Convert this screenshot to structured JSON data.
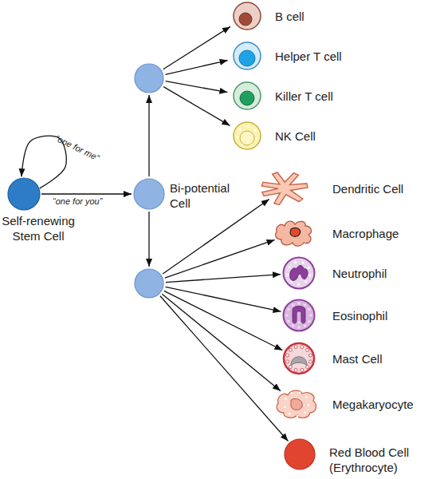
{
  "diagram": {
    "nodes": [
      {
        "text": [
          "Self-renewing Stem Cell"
        ]
      },
      {
        "text": [
          "Bi-potential Cell"
        ]
      },
      {
        "text": []
      },
      {
        "text": []
      },
      {
        "text": [
          "B cell"
        ]
      },
      {
        "text": [
          "Helper T cell"
        ]
      },
      {
        "text": [
          "Killer T cell"
        ]
      },
      {
        "text": [
          "NK Cell"
        ]
      },
      {
        "text": [
          "Dendritic Cell"
        ]
      },
      {
        "text": [
          "Macrophage"
        ]
      },
      {
        "text": [
          "Neutrophil"
        ]
      },
      {
        "text": [
          "Eosinophil"
        ]
      },
      {
        "text": [
          "Mast Cell"
        ]
      },
      {
        "text": [
          "Megakaryocyte"
        ]
      },
      {
        "text": [
          "Red Blood Cell (Erythrocyte)"
        ]
      }
    ],
    "edges": [
      {
        "from": 0,
        "to": 0,
        "arrow": "to",
        "label": "“one for me”"
      },
      {
        "from": 0,
        "to": 1,
        "arrow": "to",
        "label": "“one for you”"
      },
      {
        "from": 1,
        "to": 2,
        "arrow": "to"
      },
      {
        "from": 1,
        "to": 3,
        "arrow": "to"
      },
      {
        "from": 2,
        "to": 4,
        "arrow": "to"
      },
      {
        "from": 2,
        "to": 5,
        "arrow": "to"
      },
      {
        "from": 2,
        "to": 6,
        "arrow": "to"
      },
      {
        "from": 2,
        "to": 7,
        "arrow": "to"
      },
      {
        "from": 3,
        "to": 8,
        "arrow": "to"
      },
      {
        "from": 3,
        "to": 9,
        "arrow": "to"
      },
      {
        "from": 3,
        "to": 10,
        "arrow": "to"
      },
      {
        "from": 3,
        "to": 11,
        "arrow": "to"
      },
      {
        "from": 3,
        "to": 12,
        "arrow": "to"
      },
      {
        "from": 3,
        "to": 13,
        "arrow": "to"
      },
      {
        "from": 3,
        "to": 14,
        "arrow": "to"
      }
    ]
  }
}
